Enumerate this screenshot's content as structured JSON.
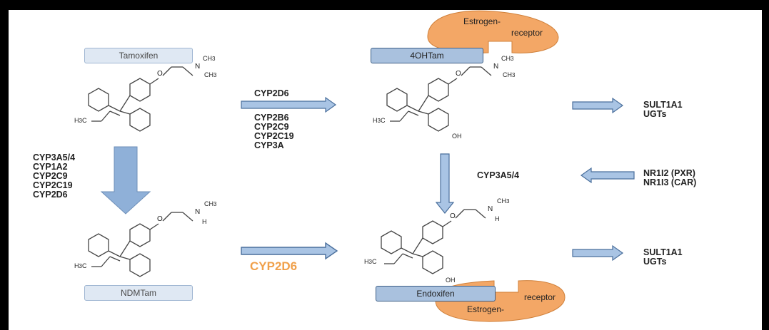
{
  "compounds": {
    "tamoxifen": "Tamoxifen",
    "ohtam": "4OHTam",
    "ndmtam": "NDMTam",
    "endoxifen": "Endoxifen"
  },
  "receptor_top": {
    "line1": "Estrogen-",
    "line2": "receptor"
  },
  "receptor_bottom": {
    "line1": "receptor",
    "line2": "Estrogen-"
  },
  "enzymes": {
    "top_arrow_main": "CYP2D6",
    "top_arrow_list": [
      "CYP2B6",
      "CYP2C9",
      "CYP2C19",
      "CYP3A"
    ],
    "left_down_list": [
      "CYP3A5/4",
      "CYP1A2",
      "CYP2C9",
      "CYP2C19",
      "CYP2D6"
    ],
    "bottom_arrow": "CYP2D6",
    "mid_right": "CYP3A5/4"
  },
  "conjugation_top": [
    "SULT1A1",
    "UGTs"
  ],
  "conjugation_bottom": [
    "SULT1A1",
    "UGTs"
  ],
  "regulators": [
    "NR1I2 (PXR)",
    "NR1I3 (CAR)"
  ],
  "atoms": {
    "ch3": "CH",
    "three": "3",
    "n": "N",
    "h": "H",
    "h3c": "H",
    "c": "C",
    "o": "O",
    "oh": "OH"
  },
  "colors": {
    "arrow": "#8fb0d8",
    "arrow_stroke": "#4a6f9c",
    "receptor": "#f3a766",
    "accent": "#f0a04a"
  }
}
